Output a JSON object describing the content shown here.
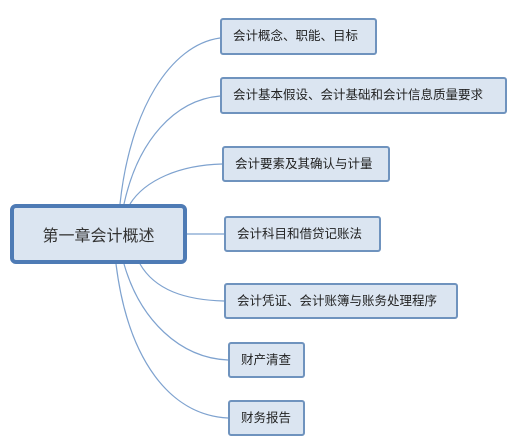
{
  "root": {
    "label": "第一章会计概述"
  },
  "branches": [
    {
      "label": "会计概念、职能、目标"
    },
    {
      "label": "会计基本假设、会计基础和会计信息质量要求"
    },
    {
      "label": "会计要素及其确认与计量"
    },
    {
      "label": "会计科目和借贷记账法"
    },
    {
      "label": "会计凭证、会计账簿与账务处理程序"
    },
    {
      "label": "财产清查"
    },
    {
      "label": "财务报告"
    }
  ],
  "colors": {
    "node_fill": "#dbe5f1",
    "node_border": "#6f93be",
    "root_border": "#4e7bb5",
    "line": "#7ea2cf"
  }
}
